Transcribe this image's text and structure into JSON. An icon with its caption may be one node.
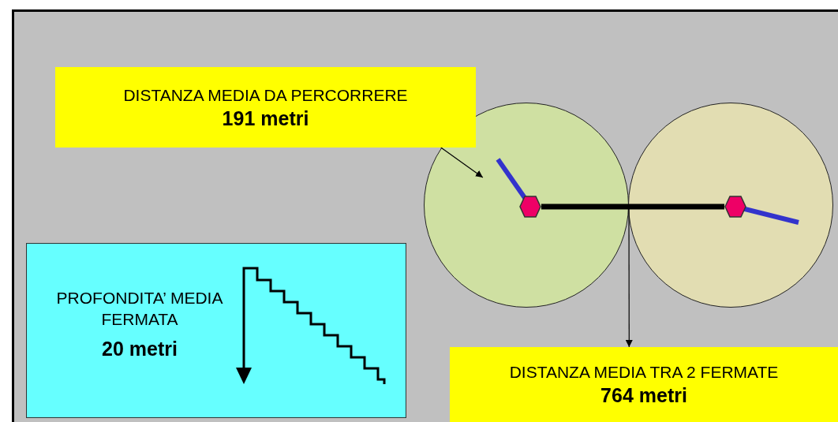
{
  "diagram": {
    "nodes": [
      {
        "text": [
          "DISTANZA MEDIA DA PERCORRERE",
          "191 metri"
        ]
      },
      {
        "text": [],
        "shape": "circle"
      },
      {
        "text": [],
        "shape": "hexagon",
        "in": 1
      },
      {
        "text": [],
        "shape": "circle"
      },
      {
        "text": [],
        "shape": "hexagon",
        "in": 3
      },
      {
        "text": [
          "PROFONDITA’ MEDIA FERMATA",
          "20 metri"
        ]
      },
      {
        "text": [
          "DISTANZA MEDIA TRA 2 FERMATE",
          "764 metri"
        ]
      }
    ],
    "edges": [
      {
        "from": 0,
        "to": 1,
        "arrow": "to"
      },
      {
        "from": 2,
        "to": 4,
        "arrow": "none",
        "style": "thick"
      },
      {
        "from": 1,
        "to": 6,
        "arrow": "to"
      }
    ]
  }
}
